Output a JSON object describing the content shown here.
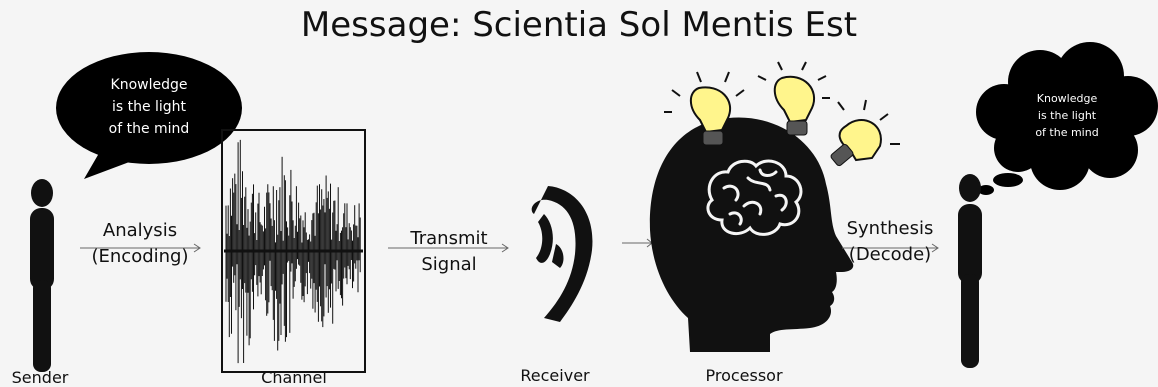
{
  "title": "Message: Scientia Sol Mentis Est",
  "speech_bubble": {
    "lines": [
      "Knowledge",
      "is the light",
      "of the mind"
    ]
  },
  "thought_bubble": {
    "lines": [
      "Knowledge",
      "is the light",
      "of the mind"
    ]
  },
  "steps": {
    "analysis": [
      "Analysis",
      "(Encoding)"
    ],
    "transmit": [
      "Transmit",
      "Signal"
    ],
    "synthesis": [
      "Synthesis",
      "(Decode)"
    ]
  },
  "captions": {
    "sender": "Sender",
    "channel": "Channel",
    "receiver": "Receiver",
    "processor": "Processor"
  },
  "colors": {
    "background": "#f5f5f5",
    "ink": "#111111",
    "bulb": "#fff58c"
  }
}
